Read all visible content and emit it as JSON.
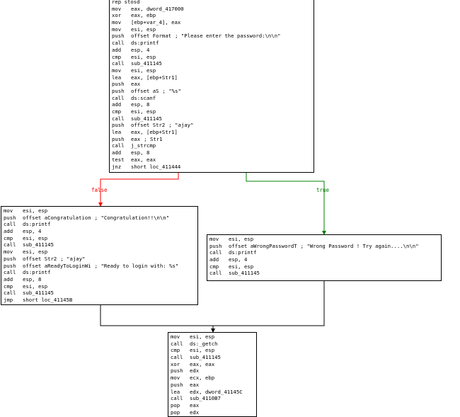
{
  "colors": {
    "false_edge": "#ff0000",
    "true_edge": "#008000",
    "normal_edge": "#000000",
    "block_border": "#000000",
    "text": "#000000"
  },
  "edges": {
    "false_label": "false",
    "true_label": "true"
  },
  "blocks": {
    "top": {
      "lines": [
        {
          "m": "rep stosd",
          "o": "",
          "c": ""
        },
        {
          "m": "mov",
          "o": "eax, dword_417000",
          "c": ""
        },
        {
          "m": "xor",
          "o": "eax, ebp",
          "c": ""
        },
        {
          "m": "mov",
          "o": "[ebp+var_4], eax",
          "c": ""
        },
        {
          "m": "mov",
          "o": "esi, esp",
          "c": ""
        },
        {
          "m": "push",
          "o": "offset Format",
          "c": "; \"Please enter the password:\\n\\n\""
        },
        {
          "m": "call",
          "o": "ds:printf",
          "c": ""
        },
        {
          "m": "add",
          "o": "esp, 4",
          "c": ""
        },
        {
          "m": "cmp",
          "o": "esi, esp",
          "c": ""
        },
        {
          "m": "call",
          "o": "sub_411145",
          "c": ""
        },
        {
          "m": "mov",
          "o": "esi, esp",
          "c": ""
        },
        {
          "m": "lea",
          "o": "eax, [ebp+Str1]",
          "c": ""
        },
        {
          "m": "push",
          "o": "eax",
          "c": ""
        },
        {
          "m": "push",
          "o": "offset aS",
          "c": "; \"%s\""
        },
        {
          "m": "call",
          "o": "ds:scanf",
          "c": ""
        },
        {
          "m": "add",
          "o": "esp, 8",
          "c": ""
        },
        {
          "m": "cmp",
          "o": "esi, esp",
          "c": ""
        },
        {
          "m": "call",
          "o": "sub_411145",
          "c": ""
        },
        {
          "m": "push",
          "o": "offset Str2",
          "c": "; \"ajay\""
        },
        {
          "m": "lea",
          "o": "eax, [ebp+Str1]",
          "c": ""
        },
        {
          "m": "push",
          "o": "eax",
          "c": "; Str1"
        },
        {
          "m": "call",
          "o": "j_strcmp",
          "c": ""
        },
        {
          "m": "add",
          "o": "esp, 8",
          "c": ""
        },
        {
          "m": "test",
          "o": "eax, eax",
          "c": ""
        },
        {
          "m": "jnz",
          "o": "short loc_411444",
          "c": ""
        }
      ]
    },
    "left": {
      "lines": [
        {
          "m": "mov",
          "o": "esi, esp",
          "c": ""
        },
        {
          "m": "push",
          "o": "offset aCongratulation",
          "c": "; \"Congratulation!!\\n\\n\""
        },
        {
          "m": "call",
          "o": "ds:printf",
          "c": ""
        },
        {
          "m": "add",
          "o": "esp, 4",
          "c": ""
        },
        {
          "m": "cmp",
          "o": "esi, esp",
          "c": ""
        },
        {
          "m": "call",
          "o": "sub_411145",
          "c": ""
        },
        {
          "m": "mov",
          "o": "esi, esp",
          "c": ""
        },
        {
          "m": "push",
          "o": "offset Str2",
          "c": "; \"ajay\""
        },
        {
          "m": "push",
          "o": "offset aReadyToLoginWi",
          "c": "; \"Ready to login with: %s\""
        },
        {
          "m": "call",
          "o": "ds:printf",
          "c": ""
        },
        {
          "m": "add",
          "o": "esp, 8",
          "c": ""
        },
        {
          "m": "cmp",
          "o": "esi, esp",
          "c": ""
        },
        {
          "m": "call",
          "o": "sub_411145",
          "c": ""
        },
        {
          "m": "jmp",
          "o": "short loc_41145B",
          "c": ""
        }
      ]
    },
    "right": {
      "lines": [
        {
          "m": "mov",
          "o": "esi, esp",
          "c": ""
        },
        {
          "m": "push",
          "o": "offset aWrongPasswordT",
          "c": "; \"Wrong Password ! Try again....\\n\\n\""
        },
        {
          "m": "call",
          "o": "ds:printf",
          "c": ""
        },
        {
          "m": "add",
          "o": "esp, 4",
          "c": ""
        },
        {
          "m": "cmp",
          "o": "esi, esp",
          "c": ""
        },
        {
          "m": "call",
          "o": "sub_411145",
          "c": ""
        }
      ]
    },
    "bottom": {
      "lines": [
        {
          "m": "mov",
          "o": "esi, esp",
          "c": ""
        },
        {
          "m": "call",
          "o": "ds:_getch",
          "c": ""
        },
        {
          "m": "cmp",
          "o": "esi, esp",
          "c": ""
        },
        {
          "m": "call",
          "o": "sub_411145",
          "c": ""
        },
        {
          "m": "xor",
          "o": "eax, eax",
          "c": ""
        },
        {
          "m": "push",
          "o": "edx",
          "c": ""
        },
        {
          "m": "mov",
          "o": "ecx, ebp",
          "c": ""
        },
        {
          "m": "push",
          "o": "eax",
          "c": ""
        },
        {
          "m": "lea",
          "o": "edx, dword_41145C",
          "c": ""
        },
        {
          "m": "call",
          "o": "sub_4110B7",
          "c": ""
        },
        {
          "m": "pop",
          "o": "eax",
          "c": ""
        },
        {
          "m": "pop",
          "o": "edx",
          "c": ""
        }
      ]
    }
  }
}
